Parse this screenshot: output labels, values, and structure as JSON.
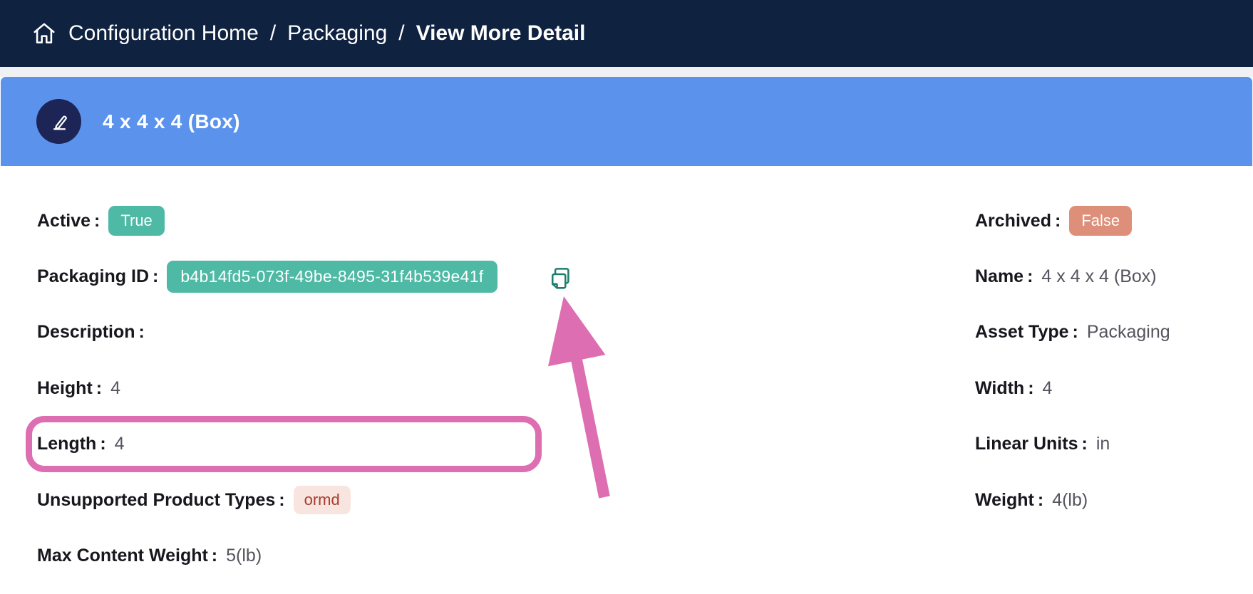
{
  "breadcrumb": {
    "separator": "/",
    "items": [
      "Configuration Home",
      "Packaging",
      "View More Detail"
    ]
  },
  "header": {
    "title": "4 x 4 x 4 (Box)"
  },
  "details": {
    "left": [
      {
        "label": "Active :",
        "value": "True"
      },
      {
        "label": "Packaging ID :",
        "value": "b4b14fd5-073f-49be-8495-31f4b539e41f"
      },
      {
        "label": "Description :",
        "value": ""
      },
      {
        "label": "Height :",
        "value": "4"
      },
      {
        "label": "Length :",
        "value": "4"
      },
      {
        "label": "Unsupported Product Types :",
        "value": "ormd"
      },
      {
        "label": "Max Content Weight :",
        "value": "5(lb)"
      }
    ],
    "right": [
      {
        "label": "Archived :",
        "value": "False"
      },
      {
        "label": "Name :",
        "value": "4 x 4 x 4 (Box)"
      },
      {
        "label": "Asset Type :",
        "value": "Packaging"
      },
      {
        "label": "Width :",
        "value": "4"
      },
      {
        "label": "Linear Units :",
        "value": "in"
      },
      {
        "label": "Weight :",
        "value": "4(lb)"
      }
    ]
  },
  "icons": {
    "home": "home-icon",
    "edit": "pencil-icon",
    "copy": "copy-icon",
    "arrow": "annotation-arrow"
  },
  "colors": {
    "topbar": "#0f2240",
    "header_blue": "#5b93ec",
    "edit_circle": "#1d2556",
    "badge_teal": "#4eb9a4",
    "badge_salmon": "#de8f79",
    "badge_soft_red_bg": "#f9e5df",
    "badge_soft_red_text": "#a83b2f",
    "annotation_pink": "#de6eb2",
    "copy_icon_teal": "#1e7e6e"
  }
}
